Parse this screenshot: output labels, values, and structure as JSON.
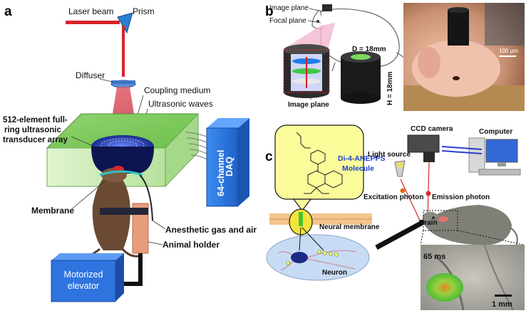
{
  "panels": {
    "a": {
      "letter": "a",
      "laser_beam": "Laser beam",
      "prism": "Prism",
      "diffuser": "Diffuser",
      "coupling_medium": "Coupling medium",
      "ultrasonic_waves": "Ultrasonic waves",
      "transducer_line1": "512-element full-",
      "transducer_line2": "ring ultrasonic",
      "transducer_line3": "transducer array",
      "daq_line1": "64-channel",
      "daq_line2": "DAQ",
      "membrane": "Membrane",
      "anesthetic": "Anesthetic gas and air",
      "animal_holder": "Animal holder",
      "elevator_line1": "Motorized",
      "elevator_line2": "elevator"
    },
    "b": {
      "letter": "b",
      "image_plane_top": "Image plane",
      "focal_plane": "Focal plane",
      "image_plane_bottom": "Image plane",
      "diameter": "D = 18mm",
      "height": "H = 18mm",
      "scale_bar": "100 μm"
    },
    "c": {
      "letter": "c",
      "molecule_line1": "Di-4-ANEPPS",
      "molecule_line2": "Molecule",
      "neural_membrane": "Neural membrane",
      "neuron": "Neuron",
      "ccd_camera": "CCD camera",
      "computer": "Computer",
      "light_source": "Light source",
      "excitation_photon": "Excitation photon",
      "emission_photon": "Emission photon",
      "brain": "Brain",
      "time": "65 ms",
      "scale_bar": "1 mm"
    }
  },
  "colors": {
    "laser": "#d8232a",
    "transducer_green": "#9fd88a",
    "daq_blue": "#2f7fe0",
    "elevator_blue": "#2f73df",
    "molecule_box": "#fbfb9a",
    "activation_green": "#5fd14a"
  }
}
